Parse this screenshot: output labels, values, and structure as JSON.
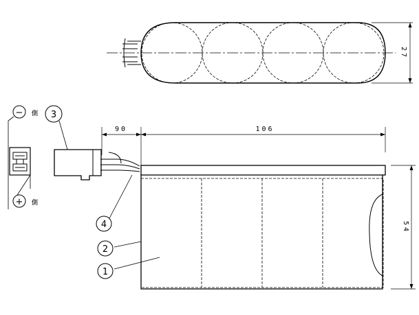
{
  "dimensions": {
    "height_top": "27",
    "lead_length": "90",
    "pack_length": "106",
    "pack_height": "54"
  },
  "callouts": {
    "c1": "1",
    "c2": "2",
    "c3": "3",
    "c4": "4"
  },
  "polarity": {
    "neg_symbol": "−",
    "neg_label": "側",
    "pos_symbol": "+",
    "pos_label": "側"
  }
}
